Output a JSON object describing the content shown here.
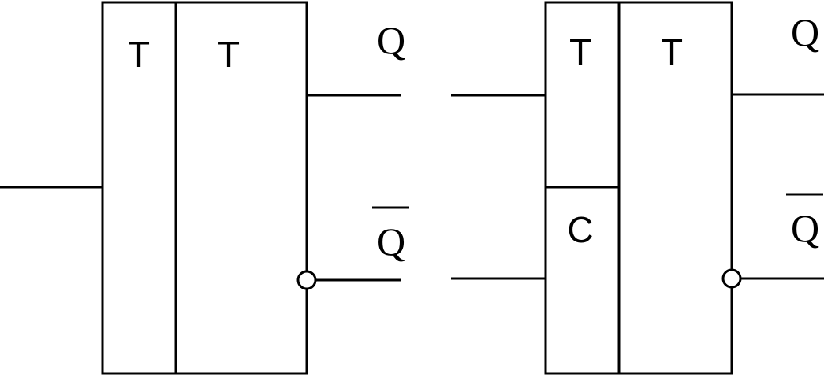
{
  "colors": {
    "stroke": "#000000",
    "background": "#ffffff"
  },
  "left_trigger": {
    "label_main": "T",
    "label_func": "T",
    "output_q": "Q",
    "output_q_bar": "Q"
  },
  "right_trigger": {
    "label_top": "T",
    "label_bottom": "C",
    "label_func": "T",
    "output_q": "Q",
    "output_q_bar": "Q"
  }
}
